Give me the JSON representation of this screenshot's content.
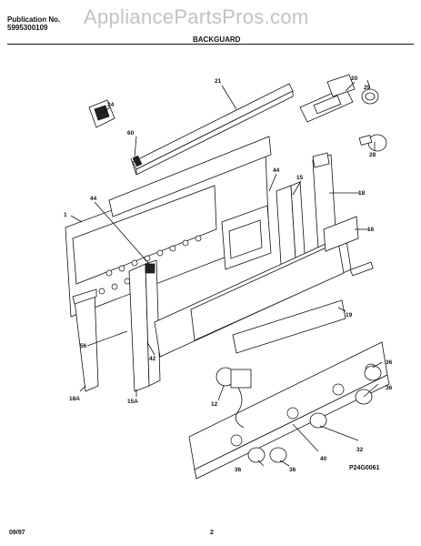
{
  "header": {
    "publication_label": "Publication No.",
    "publication_number": "5995300109",
    "section_title": "BACKGUARD",
    "watermark": "AppliancePartsPros.com"
  },
  "footer": {
    "date_code": "09/97",
    "page_number": "2"
  },
  "diagram": {
    "reference_code": "P24G0061",
    "callouts": [
      "21",
      "20",
      "29",
      "24",
      "60",
      "44",
      "15",
      "18",
      "16",
      "1",
      "44",
      "28",
      "19",
      "56",
      "42",
      "18A",
      "15A",
      "12",
      "36",
      "36",
      "32",
      "40",
      "36",
      "36"
    ]
  }
}
